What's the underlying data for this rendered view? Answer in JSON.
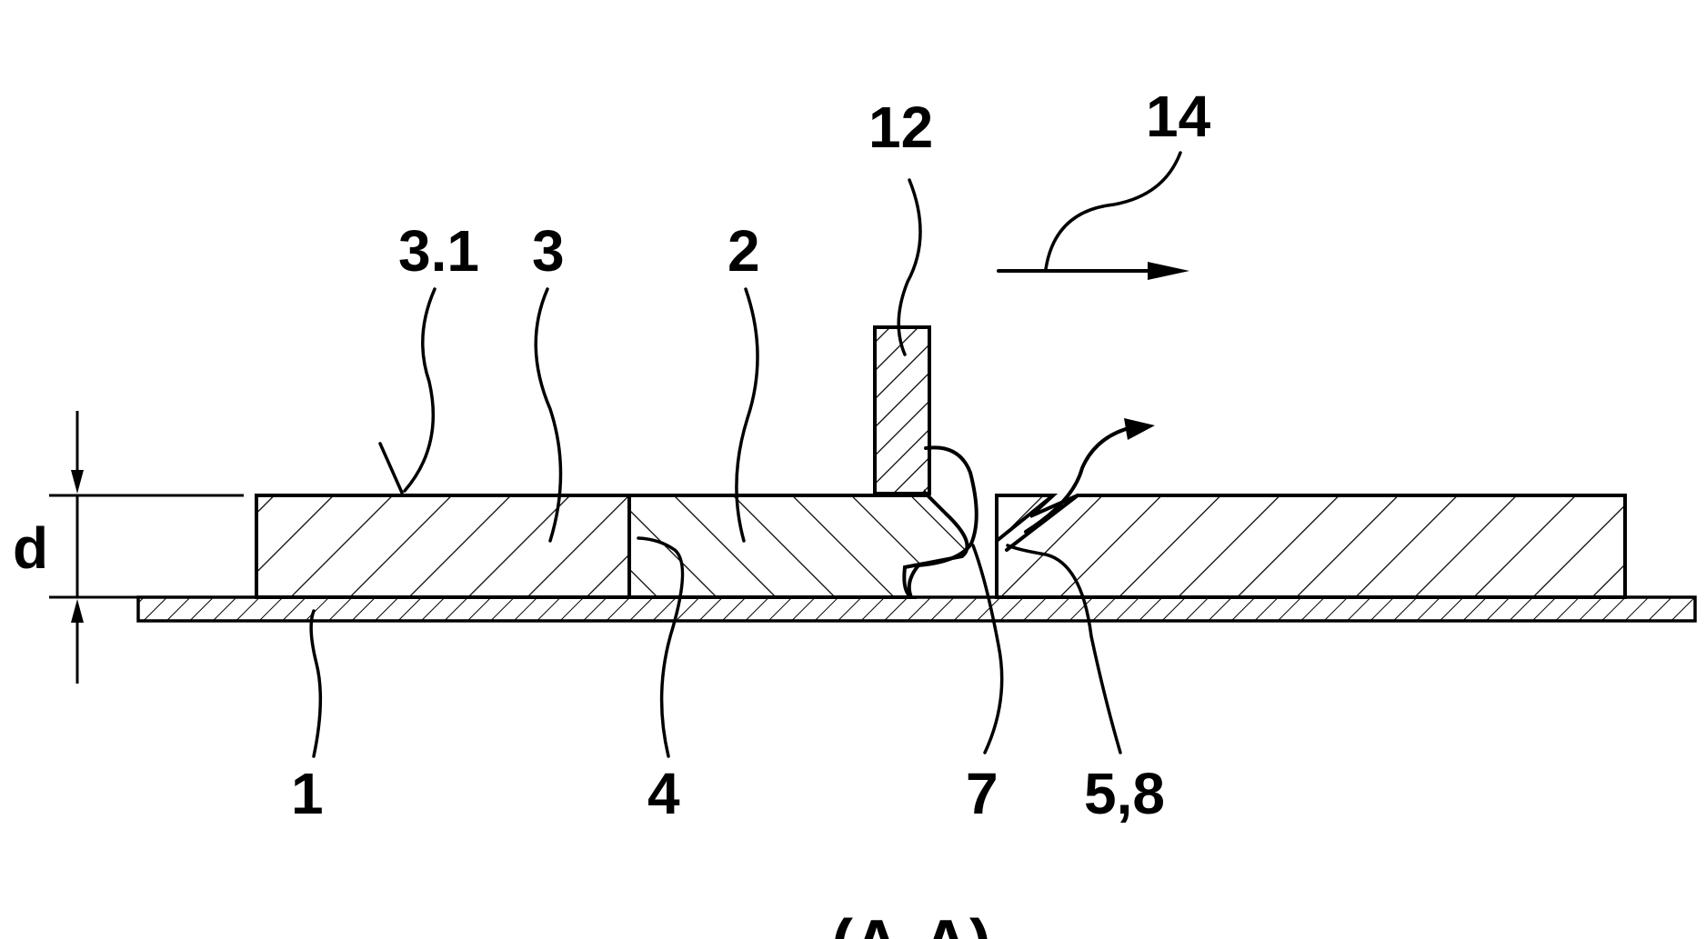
{
  "figure": {
    "caption": "(A-A)",
    "dimension_label": "d",
    "labels": {
      "l_3_1": "3.1",
      "l_3": "3",
      "l_2": "2",
      "l_12": "12",
      "l_14": "14",
      "l_1": "1",
      "l_4": "4",
      "l_7": "7",
      "l_5_8": "5,8"
    }
  }
}
